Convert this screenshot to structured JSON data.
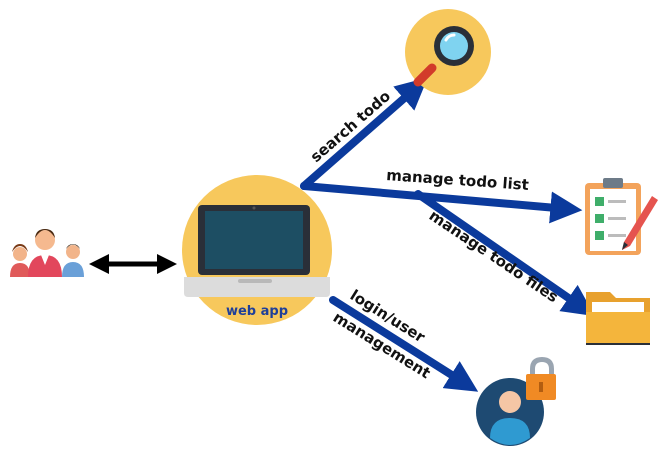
{
  "center": {
    "label": "web app",
    "icon": "laptop-icon"
  },
  "actors": {
    "icon": "users-group-icon"
  },
  "connections": [
    {
      "label": "search todo",
      "target_icon": "magnifier-icon"
    },
    {
      "label": "manage todo list",
      "target_icon": "checklist-clipboard-icon"
    },
    {
      "label": "manage todo files",
      "target_icon": "folder-icon"
    },
    {
      "label_line1": "login/user",
      "label_line2": "management",
      "target_icon": "user-lock-icon"
    }
  ],
  "colors": {
    "arrow": "#0b3a9c",
    "circle": "#f7c85c",
    "laptop_screen": "#1d4e63",
    "laptop_body": "#dcdcdc",
    "folder": "#f4b53c",
    "user_bg": "#1e4a72",
    "lock": "#f08a24"
  }
}
